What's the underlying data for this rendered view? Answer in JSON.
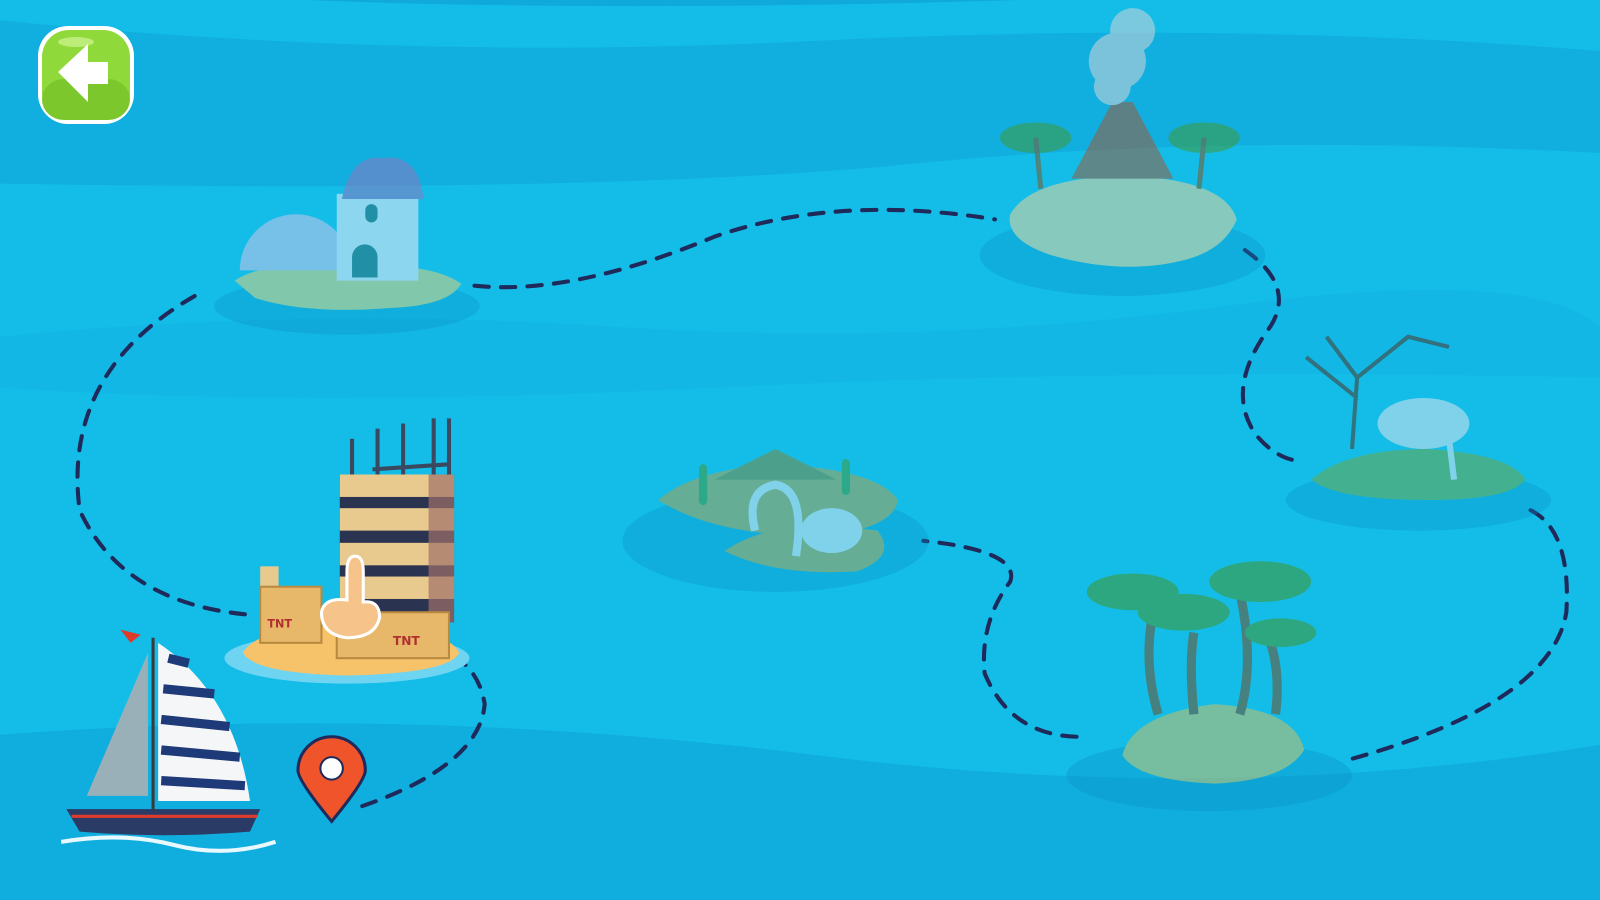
{
  "colors": {
    "ocean": "#14bde8",
    "ocean_dark_band": "#0fa9dc",
    "path_dash": "#1f2a5a",
    "back_button": "#8fd93a",
    "pin": "#f0542a"
  },
  "back_button": {
    "icon": "arrow-left-icon"
  },
  "levels": [
    {
      "id": "demolition",
      "state": "current",
      "decoration": "TNT"
    },
    {
      "id": "castle",
      "state": "locked"
    },
    {
      "id": "volcano",
      "state": "locked"
    },
    {
      "id": "skull-island",
      "state": "locked"
    },
    {
      "id": "palm-island",
      "state": "locked"
    },
    {
      "id": "desert-fossil",
      "state": "locked"
    }
  ],
  "player": {
    "icon": "sailboat-icon",
    "marker": "location-pin-icon",
    "hint": "pointing-hand-icon"
  }
}
